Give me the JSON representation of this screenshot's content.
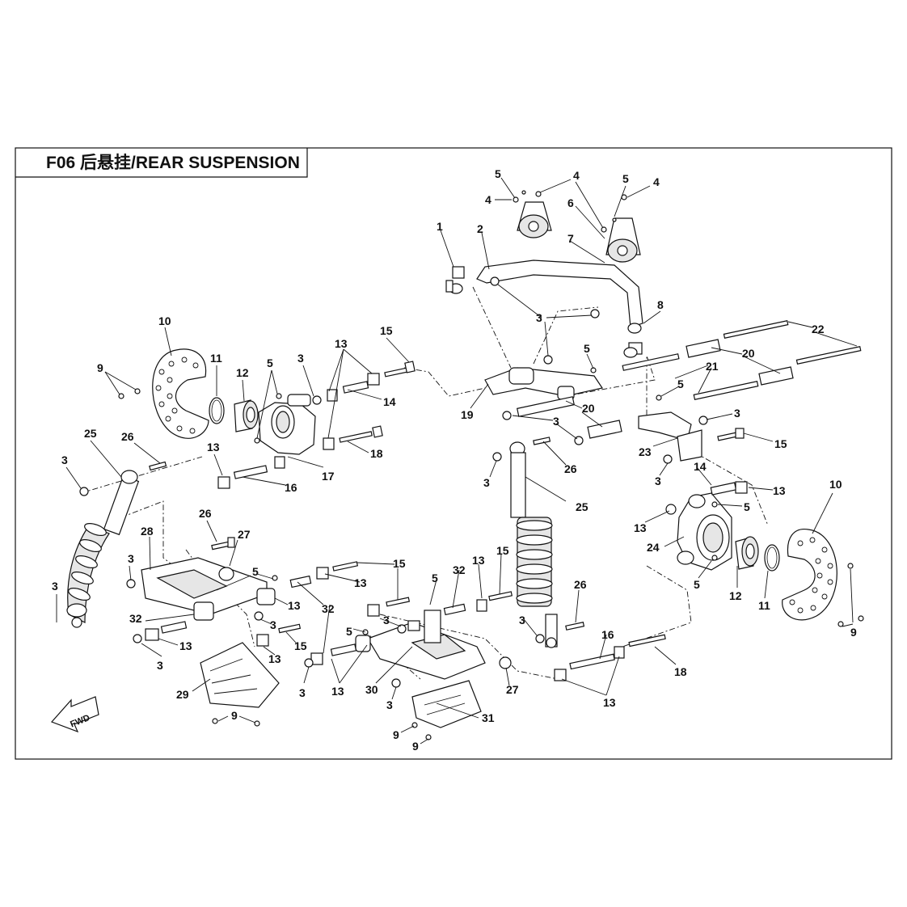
{
  "header": {
    "title": "F06 后悬挂/REAR SUSPENSION"
  },
  "fwd_label": "FWD",
  "callouts": {
    "l1": "1",
    "l2": "2",
    "l3": "3",
    "l4": "4",
    "l5": "5",
    "l6": "6",
    "l7": "7",
    "l8": "8",
    "l9": "9",
    "l10": "10",
    "l11": "11",
    "l12": "12",
    "l13": "13",
    "l14": "14",
    "l15": "15",
    "l16": "16",
    "l17": "17",
    "l18": "18",
    "l19": "19",
    "l20": "20",
    "l21": "21",
    "l22": "22",
    "l23": "23",
    "l24": "24",
    "l25": "25",
    "l26": "26",
    "l27": "27",
    "l28": "28",
    "l29": "29",
    "l30": "30",
    "l31": "31",
    "l32": "32"
  }
}
